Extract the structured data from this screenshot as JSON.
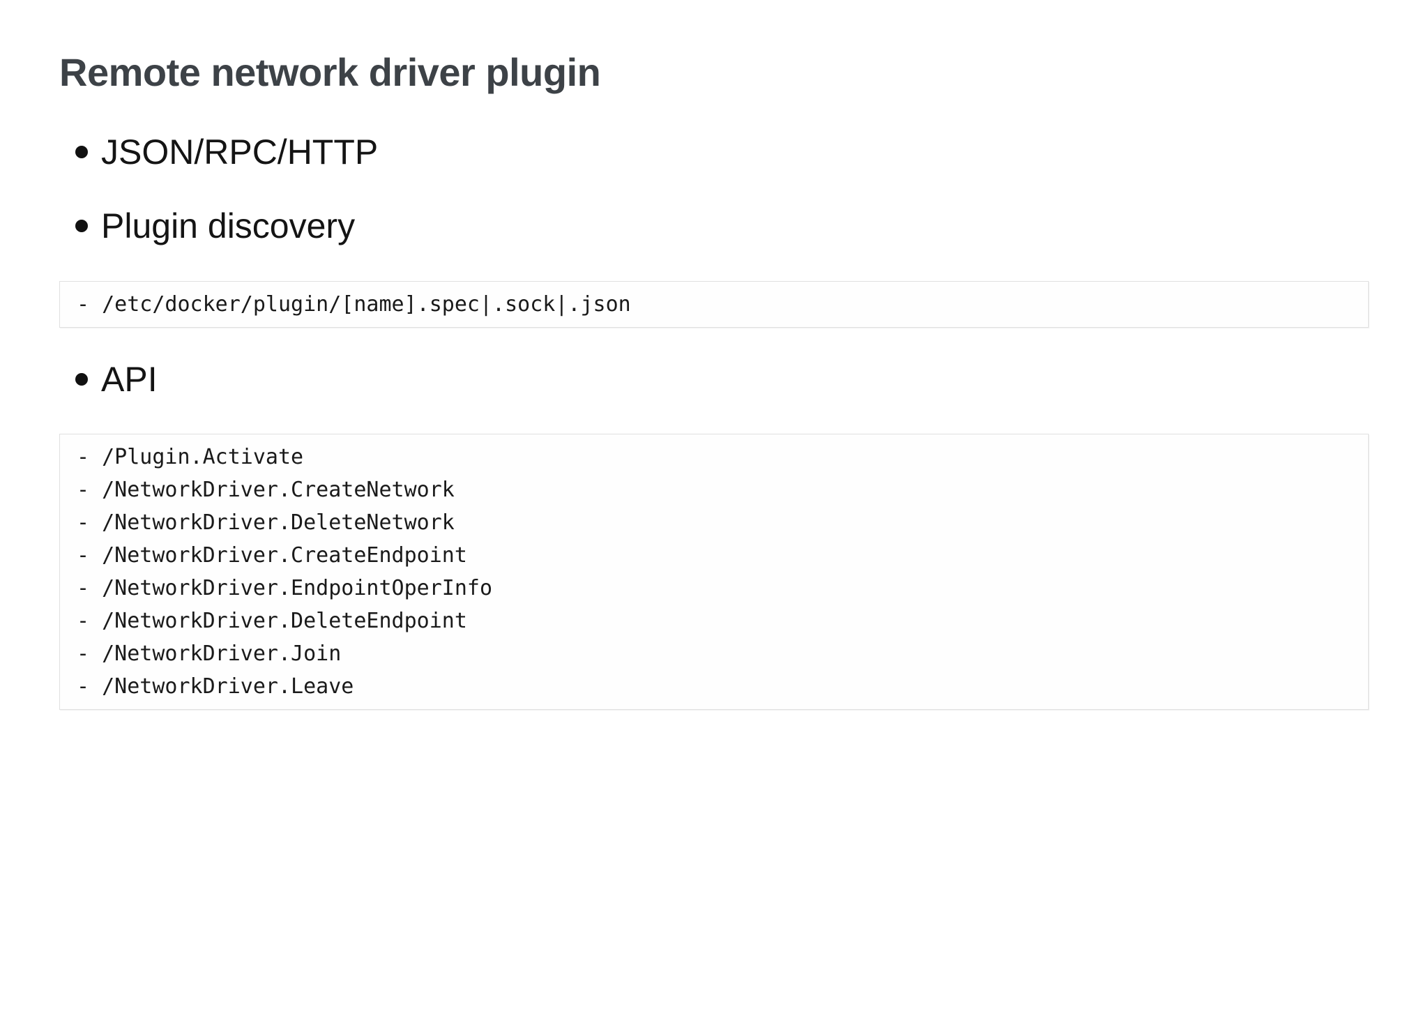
{
  "slide": {
    "title": "Remote network driver plugin",
    "bullets": [
      {
        "label": "JSON/RPC/HTTP"
      },
      {
        "label": "Plugin discovery"
      },
      {
        "label": "API"
      }
    ],
    "code_blocks": [
      {
        "lines": [
          "- /etc/docker/plugin/[name].spec|.sock|.json"
        ]
      },
      {
        "lines": [
          "- /Plugin.Activate",
          "- /NetworkDriver.CreateNetwork",
          "- /NetworkDriver.DeleteNetwork",
          "- /NetworkDriver.CreateEndpoint",
          "- /NetworkDriver.EndpointOperInfo",
          "- /NetworkDriver.DeleteEndpoint",
          "- /NetworkDriver.Join",
          "- /NetworkDriver.Leave"
        ]
      }
    ],
    "colors": {
      "background": "#ffffff",
      "title_text": "#3d4247",
      "body_text": "#141414",
      "code_text": "#1a1a1a",
      "code_border": "#e0e0e0"
    }
  }
}
